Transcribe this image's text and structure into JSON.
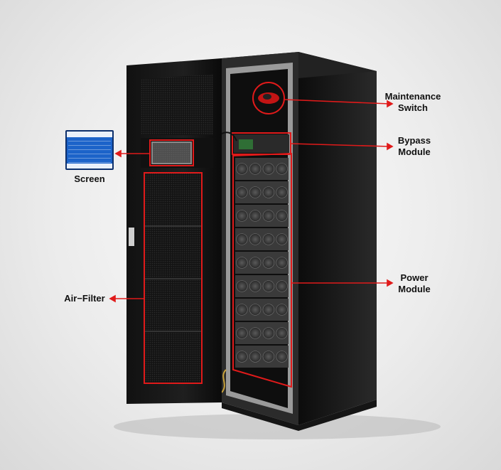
{
  "labels": {
    "maintenance_switch": [
      "Maintenance",
      "Switch"
    ],
    "bypass_module": [
      "Bypass",
      "Module"
    ],
    "power_module": [
      "Power",
      "Module"
    ],
    "screen": "Screen",
    "air_filter": "Air−Filter"
  },
  "colors": {
    "callout": "#e01a1a",
    "cabinet": "#1b1b1b",
    "frame": "#9a9a9a",
    "lcd": "#1c63c9"
  },
  "product": {
    "type": "modular UPS cabinet",
    "power_module_rows": 9,
    "fans_per_row": 4
  }
}
